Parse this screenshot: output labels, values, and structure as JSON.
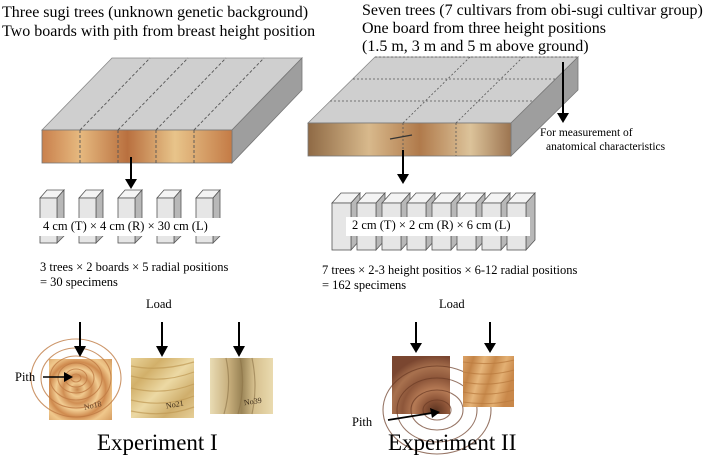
{
  "experiment1": {
    "header_line1": "Three sugi trees (unknown genetic background)",
    "header_line2": "Two boards with pith from breast height position",
    "specimen_size": "4 cm (T) × 4 cm (R) × 30 cm (L)",
    "count_line1": "3 trees ×   2 boards × 5 radial positions",
    "count_line2": "= 30 specimens",
    "load_label": "Load",
    "pith_label": "Pith",
    "sample_marks": [
      "No18",
      "No21",
      "No39"
    ],
    "title": "Experiment I"
  },
  "experiment2": {
    "header_line1": "Seven trees (7 cultivars from obi-sugi cultivar group)",
    "header_line2": "One board from three height positions",
    "header_line3": " (1.5 m, 3 m and 5 m above ground)",
    "annotation_line1": "For measurement of",
    "annotation_line2": "anatomical characteristics",
    "specimen_size": "2 cm (T) × 2 cm (R) × 6 cm (L)",
    "count_line1": "7 trees ×    2-3 height positios × 6-12 radial positions",
    "count_line2": "= 162 specimens",
    "load_label": "Load",
    "pith_label": "Pith",
    "title": "Experiment II"
  },
  "colors": {
    "board_top": "#cfcfcf",
    "board_side": "#9e9e9e",
    "specimen_face": "#e6e6e6",
    "specimen_top": "#f4f4f4",
    "specimen_side": "#b8b8b8",
    "wood_light": "#e8c98c",
    "wood_dark": "#a8693c"
  }
}
